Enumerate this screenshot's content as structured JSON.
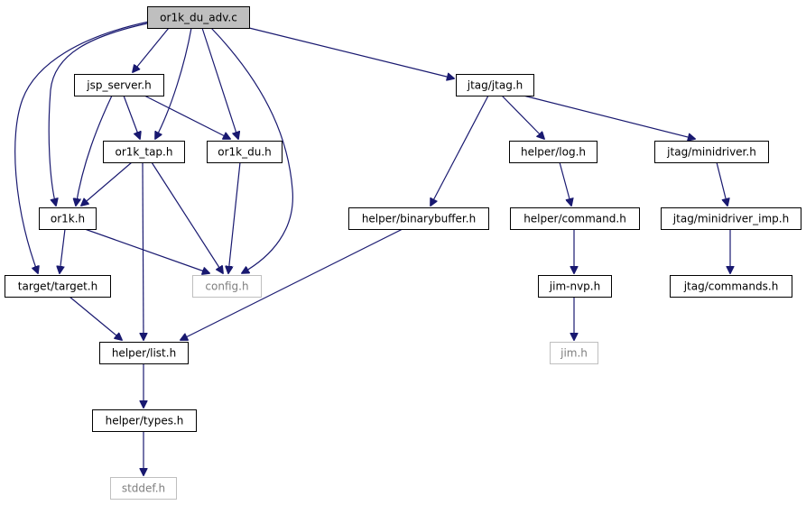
{
  "diagram": {
    "type": "include-dependency-graph",
    "root": "or1k_du_adv_c",
    "colors": {
      "edge": "#191970",
      "root_fill": "#bfbfbf",
      "missing_stroke": "#bfbfbf",
      "missing_text": "#7f7f7f"
    },
    "nodes": [
      {
        "id": "or1k_du_adv_c",
        "label": "or1k_du_adv.c",
        "style": "root"
      },
      {
        "id": "jsp_server_h",
        "label": "jsp_server.h",
        "style": "normal"
      },
      {
        "id": "jtag_jtag_h",
        "label": "jtag/jtag.h",
        "style": "normal"
      },
      {
        "id": "or1k_tap_h",
        "label": "or1k_tap.h",
        "style": "normal"
      },
      {
        "id": "or1k_du_h",
        "label": "or1k_du.h",
        "style": "normal"
      },
      {
        "id": "helper_log_h",
        "label": "helper/log.h",
        "style": "normal"
      },
      {
        "id": "jtag_minidriver_h",
        "label": "jtag/minidriver.h",
        "style": "normal"
      },
      {
        "id": "or1k_h",
        "label": "or1k.h",
        "style": "normal"
      },
      {
        "id": "helper_binarybuffer_h",
        "label": "helper/binarybuffer.h",
        "style": "normal"
      },
      {
        "id": "helper_command_h",
        "label": "helper/command.h",
        "style": "normal"
      },
      {
        "id": "jtag_minidriver_imp_h",
        "label": "jtag/minidriver_imp.h",
        "style": "normal"
      },
      {
        "id": "target_target_h",
        "label": "target/target.h",
        "style": "normal"
      },
      {
        "id": "config_h",
        "label": "config.h",
        "style": "missing"
      },
      {
        "id": "jim_nvp_h",
        "label": "jim-nvp.h",
        "style": "normal"
      },
      {
        "id": "jtag_commands_h",
        "label": "jtag/commands.h",
        "style": "normal"
      },
      {
        "id": "helper_list_h",
        "label": "helper/list.h",
        "style": "normal"
      },
      {
        "id": "jim_h",
        "label": "jim.h",
        "style": "missing"
      },
      {
        "id": "helper_types_h",
        "label": "helper/types.h",
        "style": "normal"
      },
      {
        "id": "stddef_h",
        "label": "stddef.h",
        "style": "missing"
      }
    ],
    "edges": [
      {
        "from": "or1k_du_adv_c",
        "to": "jsp_server_h"
      },
      {
        "from": "or1k_du_adv_c",
        "to": "jtag_jtag_h"
      },
      {
        "from": "or1k_du_adv_c",
        "to": "or1k_tap_h"
      },
      {
        "from": "or1k_du_adv_c",
        "to": "or1k_du_h"
      },
      {
        "from": "or1k_du_adv_c",
        "to": "or1k_h"
      },
      {
        "from": "or1k_du_adv_c",
        "to": "target_target_h"
      },
      {
        "from": "or1k_du_adv_c",
        "to": "config_h"
      },
      {
        "from": "jsp_server_h",
        "to": "or1k_tap_h"
      },
      {
        "from": "jsp_server_h",
        "to": "or1k_du_h"
      },
      {
        "from": "jsp_server_h",
        "to": "or1k_h"
      },
      {
        "from": "or1k_tap_h",
        "to": "or1k_h"
      },
      {
        "from": "or1k_tap_h",
        "to": "config_h"
      },
      {
        "from": "or1k_tap_h",
        "to": "helper_list_h"
      },
      {
        "from": "or1k_du_h",
        "to": "config_h"
      },
      {
        "from": "or1k_h",
        "to": "target_target_h"
      },
      {
        "from": "or1k_h",
        "to": "config_h"
      },
      {
        "from": "target_target_h",
        "to": "helper_list_h"
      },
      {
        "from": "jtag_jtag_h",
        "to": "helper_binarybuffer_h"
      },
      {
        "from": "jtag_jtag_h",
        "to": "helper_log_h"
      },
      {
        "from": "jtag_jtag_h",
        "to": "jtag_minidriver_h"
      },
      {
        "from": "helper_binarybuffer_h",
        "to": "helper_list_h"
      },
      {
        "from": "helper_log_h",
        "to": "helper_command_h"
      },
      {
        "from": "helper_command_h",
        "to": "jim_nvp_h"
      },
      {
        "from": "jim_nvp_h",
        "to": "jim_h"
      },
      {
        "from": "jtag_minidriver_h",
        "to": "jtag_minidriver_imp_h"
      },
      {
        "from": "jtag_minidriver_imp_h",
        "to": "jtag_commands_h"
      },
      {
        "from": "helper_list_h",
        "to": "helper_types_h"
      },
      {
        "from": "helper_types_h",
        "to": "stddef_h"
      }
    ]
  }
}
